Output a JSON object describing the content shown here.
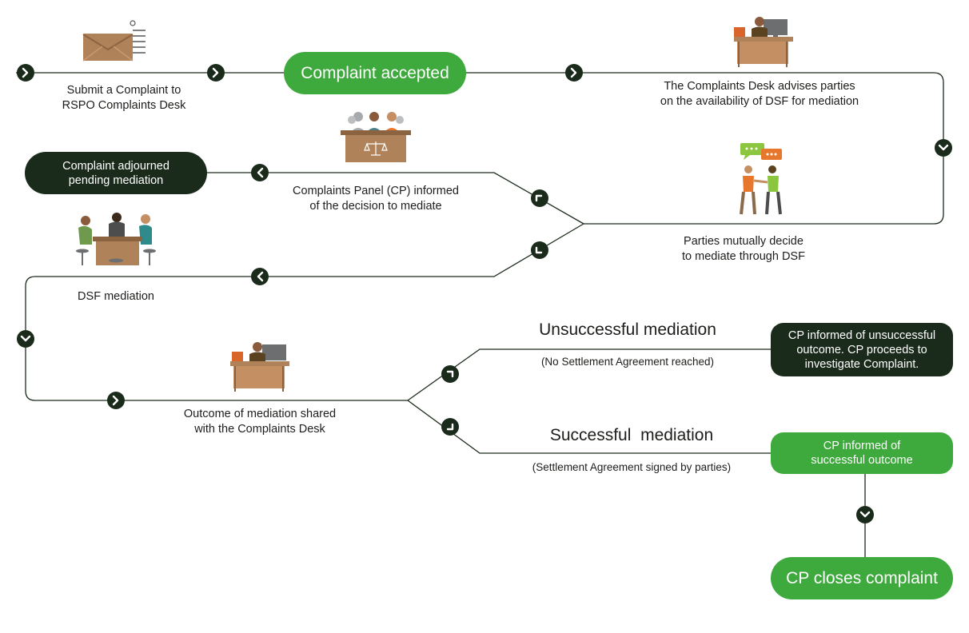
{
  "colors": {
    "line": "#1b2b1b",
    "arrow_node": "#1b2b1b",
    "accent_green": "#3ea93c",
    "dark_pill": "#1b2b1b",
    "desk_wood": "#b0825a"
  },
  "steps": {
    "submit": "Submit a Complaint to\nRSPO Complaints Desk",
    "accepted": "Complaint accepted",
    "desk_advises": "The Complaints Desk advises parties\non the availability of DSF for mediation",
    "parties_decide": "Parties mutually decide\nto mediate through DSF",
    "cp_informed": "Complaints Panel (CP) informed\nof the decision to mediate",
    "adjourned": "Complaint adjourned\npending mediation",
    "dsf_mediation": "DSF mediation",
    "outcome_shared": "Outcome of mediation shared\nwith the Complaints Desk",
    "unsuccessful_title": "Unsuccessful mediation",
    "unsuccessful_note": "(No Settlement Agreement reached)",
    "unsuccessful_result": "CP informed of unsuccessful\noutcome. CP proceeds to\ninvestigate Complaint.",
    "successful_title": "Successful  mediation",
    "successful_note": "(Settlement Agreement signed by parties)",
    "successful_result": "CP informed of\nsuccessful outcome",
    "closes": "CP closes complaint"
  },
  "icons": [
    "envelope-icon",
    "desk-worker-icon",
    "complaints-panel-icon",
    "handshake-icon",
    "mediation-meeting-icon",
    "desk-worker-icon"
  ]
}
